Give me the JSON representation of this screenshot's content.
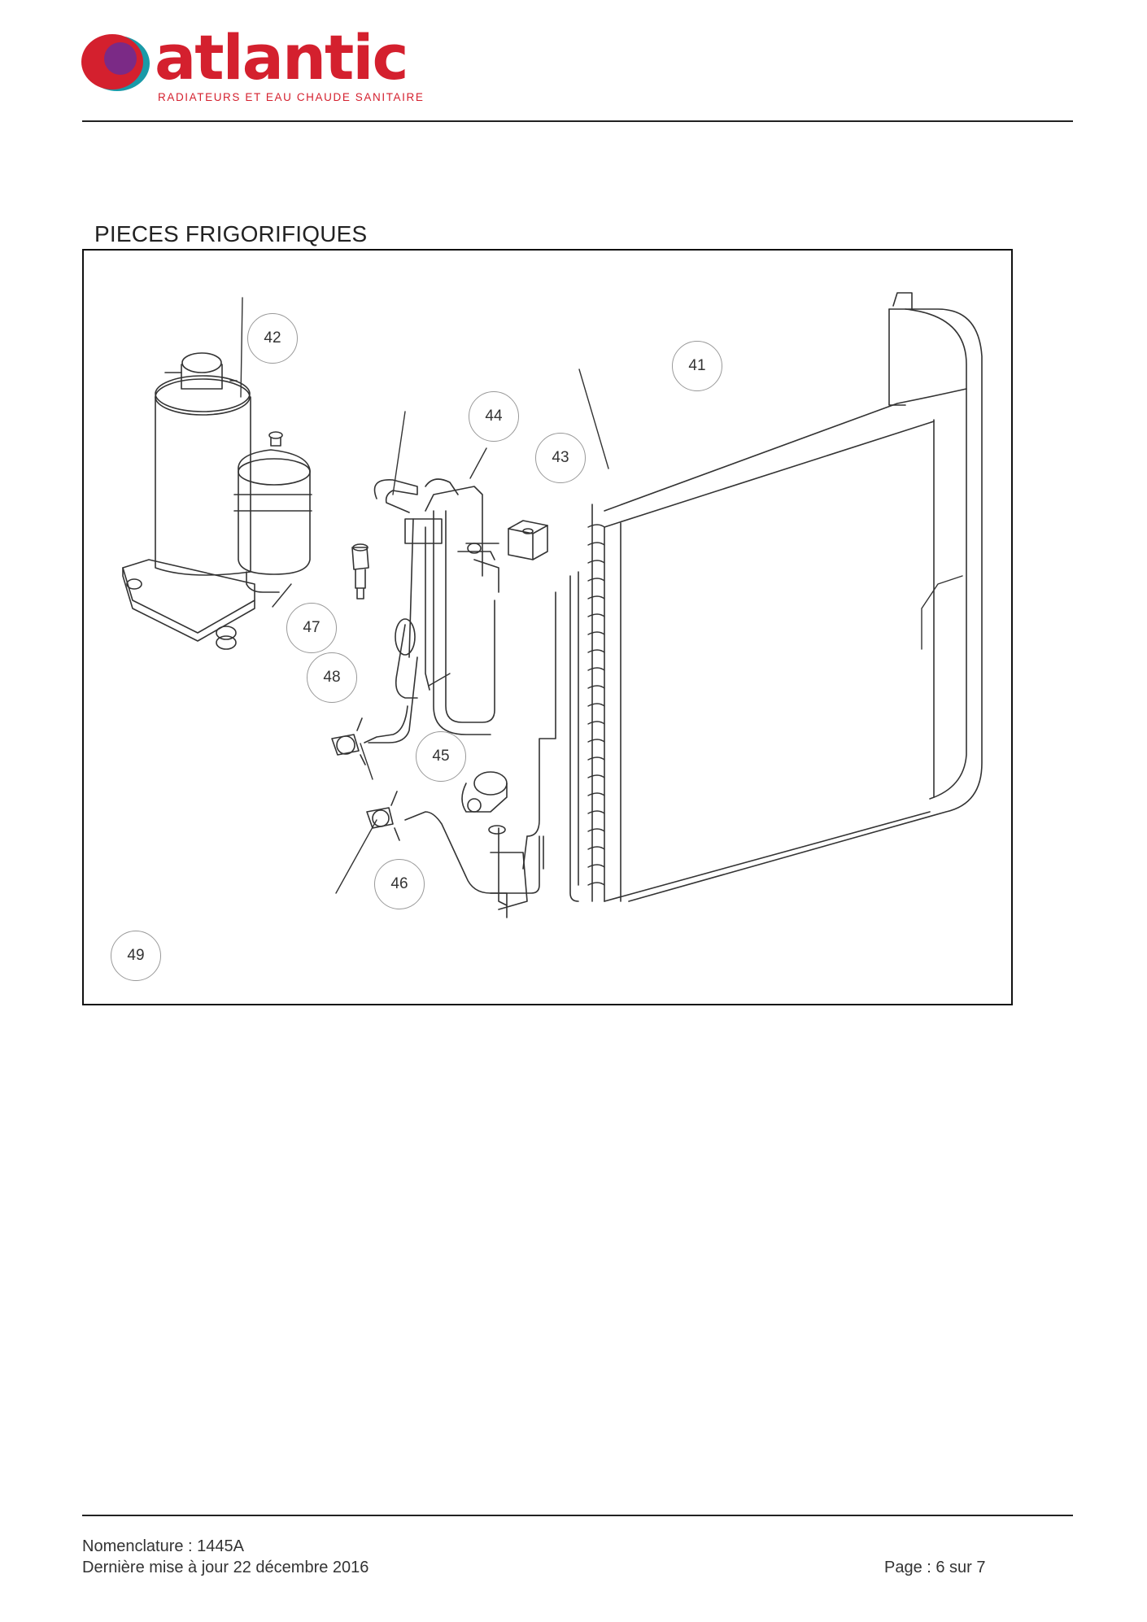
{
  "brand": {
    "name": "atlantic",
    "tagline": "RADIATEURS ET EAU CHAUDE SANITAIRE",
    "colors": {
      "red": "#d4202e",
      "purple": "#7b2a86",
      "teal": "#1a9aa8"
    }
  },
  "section": {
    "title": "PIECES FRIGORIFIQUES"
  },
  "figure": {
    "callouts": [
      {
        "id": "41",
        "label": "41"
      },
      {
        "id": "42",
        "label": "42"
      },
      {
        "id": "43",
        "label": "43"
      },
      {
        "id": "44",
        "label": "44"
      },
      {
        "id": "45",
        "label": "45"
      },
      {
        "id": "46",
        "label": "46"
      },
      {
        "id": "47",
        "label": "47"
      },
      {
        "id": "48",
        "label": "48"
      },
      {
        "id": "49",
        "label": "49"
      }
    ]
  },
  "footer": {
    "nomenclature": "Nomenclature : 1445A",
    "updated": "Dernière mise à jour 22 décembre 2016",
    "page": "Page : 6 sur 7"
  }
}
